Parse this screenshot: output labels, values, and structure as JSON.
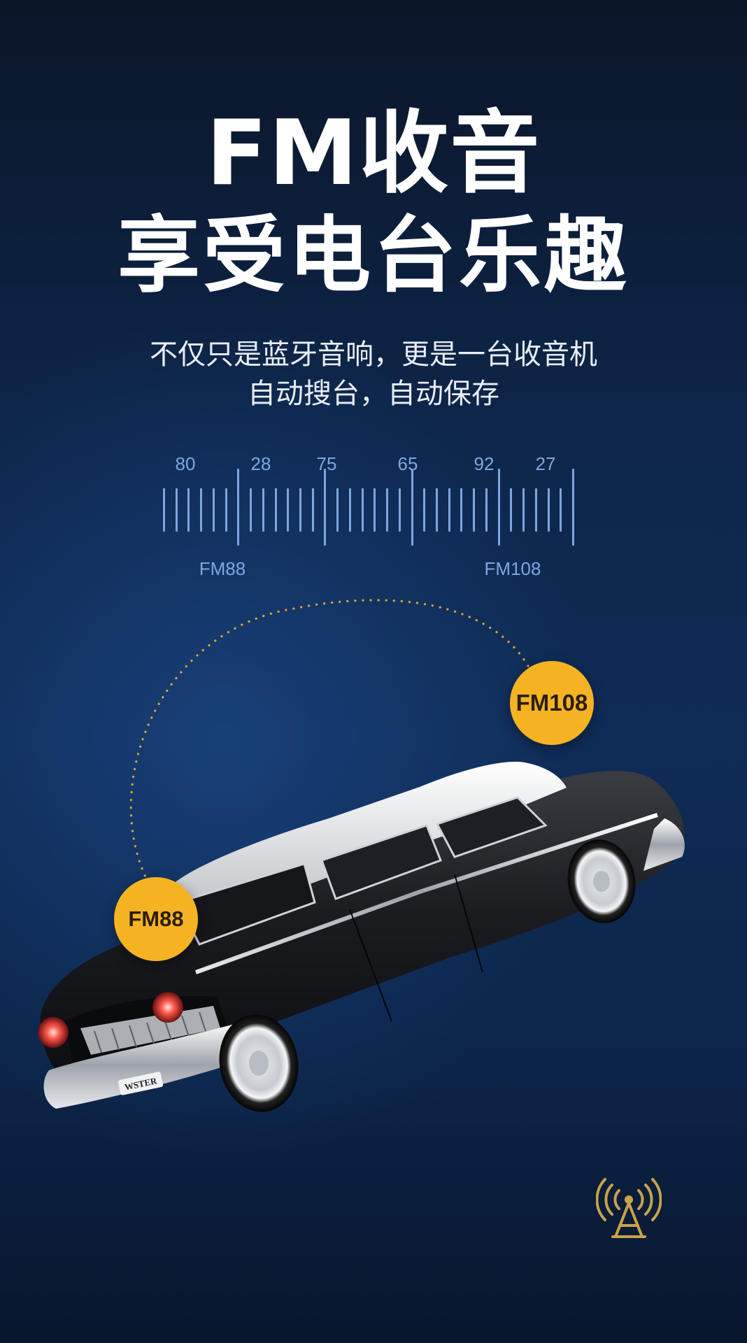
{
  "title": {
    "line1": "FM收音",
    "line2": "享受电台乐趣"
  },
  "subtitle": {
    "line1": "不仅只是蓝牙音响，更是一台收音机",
    "line2": "自动搜台，自动保存"
  },
  "tuner": {
    "numbers": [
      "80",
      "28",
      "75",
      "65",
      "92",
      "27"
    ],
    "band_start": "FM88",
    "band_end": "FM108"
  },
  "badges": {
    "fm108": "FM108",
    "fm88": "FM88"
  },
  "car": {
    "plate": "WSTER"
  },
  "colors": {
    "accent": "#f5b324",
    "tick": "#7ea6e0",
    "antenna": "#c9a24a"
  },
  "icons": {
    "antenna": "radio-antenna-icon"
  }
}
